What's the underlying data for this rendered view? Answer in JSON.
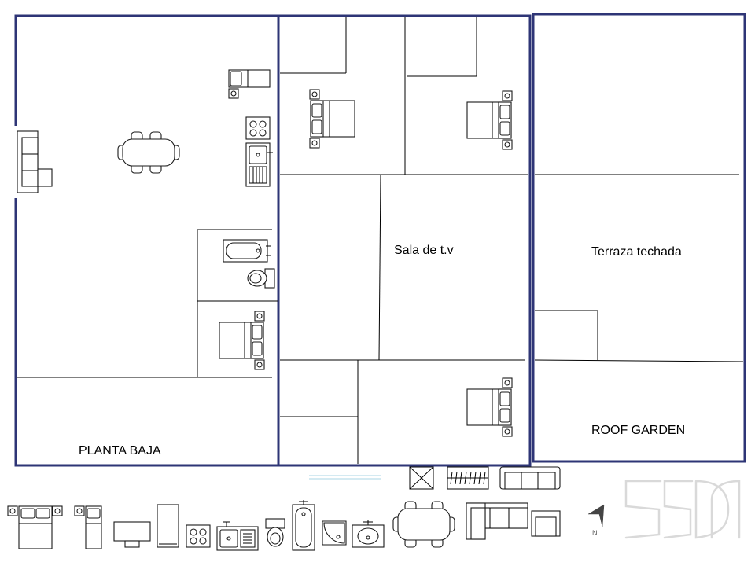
{
  "labels": {
    "ground_floor": "PLANTA BAJA",
    "tv_room": "Sala de t.v",
    "covered_terrace": "Terraza techada",
    "roof_garden": "ROOF GARDEN",
    "north": "N"
  },
  "colors": {
    "frame": "#2e3576",
    "line": "#000000",
    "watermark": "#d9d9d9",
    "accent_line": "#a8d4e6",
    "north_arrow": "#444444"
  },
  "icons": {
    "beds": "bed-icon",
    "single_beds": "single-bed-icon",
    "dining": "dining-table-icon",
    "sofa": "sofa-icon",
    "stove": "stove-icon",
    "sink": "kitchen-sink-icon",
    "bathtub": "bathtub-icon",
    "toilet": "toilet-icon",
    "shower": "shower-icon",
    "wash_basin": "wash-basin-icon",
    "tv": "tv-icon",
    "fridge": "fridge-icon",
    "closet": "closet-icon",
    "armchair": "armchair-icon",
    "north_arrow": "north-arrow-icon",
    "logo": "ssda-logo"
  }
}
